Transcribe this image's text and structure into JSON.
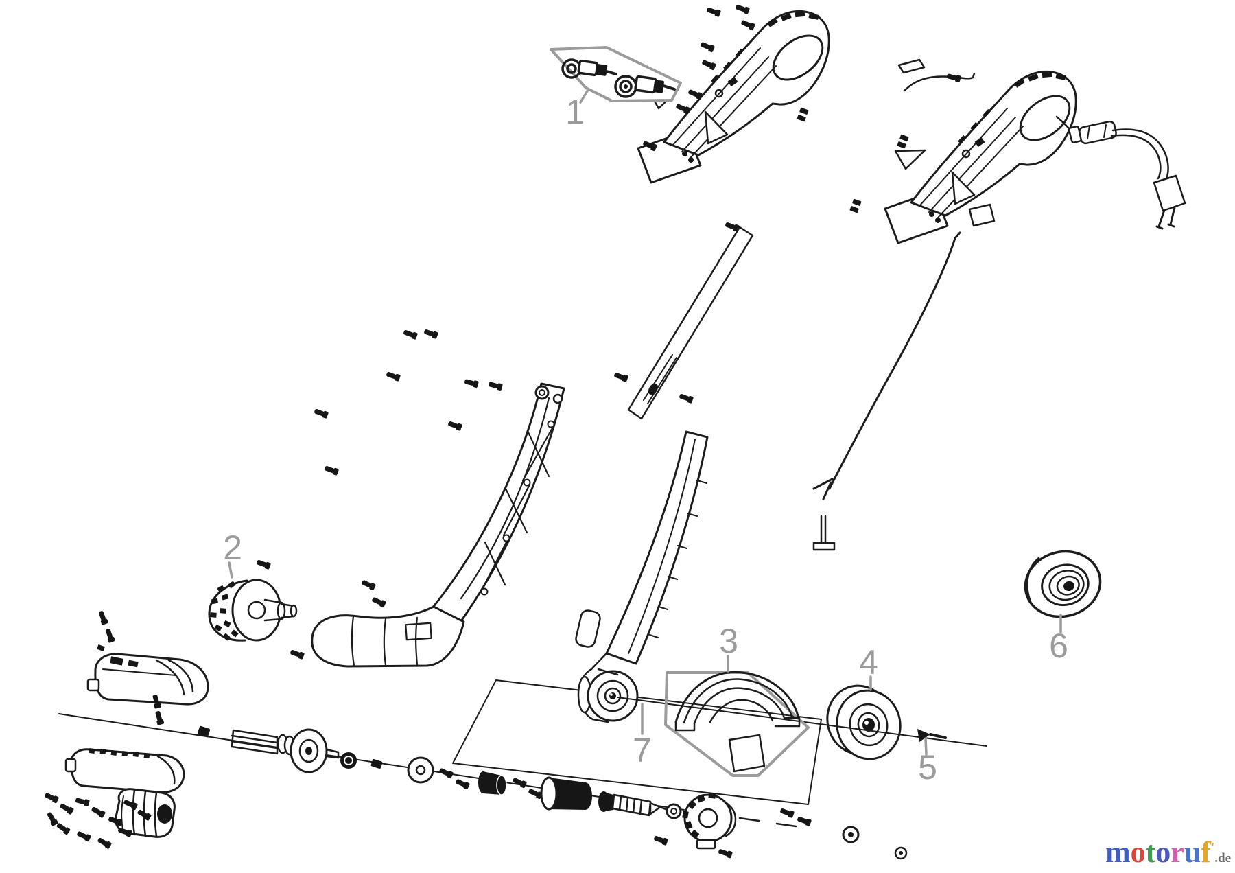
{
  "diagram": {
    "title": "grass-trimmer-exploded-parts-diagram",
    "background_color": "#ffffff",
    "line_color": "#1c1c1c",
    "callout_color": "#9b9b9b",
    "part_labels": [
      "1",
      "2",
      "3",
      "4",
      "5",
      "6",
      "7"
    ]
  },
  "watermark": {
    "letters": [
      {
        "ch": "m",
        "color": "#3e5bc0"
      },
      {
        "ch": "o",
        "color": "#d4483e"
      },
      {
        "ch": "t",
        "color": "#3e9b4f"
      },
      {
        "ch": "o",
        "color": "#4f58be"
      },
      {
        "ch": "r",
        "color": "#d05fae"
      },
      {
        "ch": "u",
        "color": "#4a73ce"
      },
      {
        "ch": "f",
        "color": "#e3a629"
      }
    ],
    "tick": {
      "ch": "'",
      "color": "#e0b02f"
    },
    "suffix": ".de",
    "suffix_color": "#6b6b6b"
  }
}
